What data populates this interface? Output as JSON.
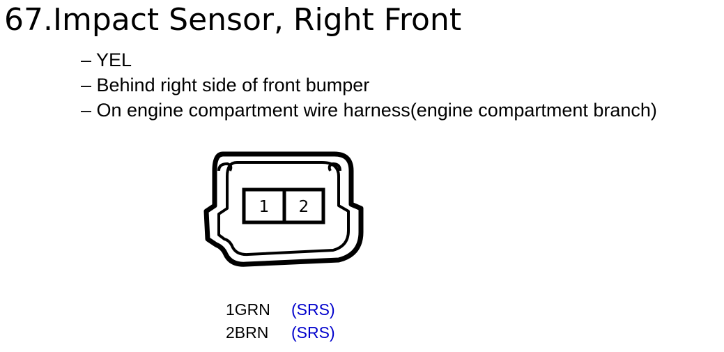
{
  "header": {
    "title": "67.Impact Sensor, Right Front"
  },
  "details": [
    "– YEL",
    "– Behind right side of front bumper",
    "– On engine compartment wire harness(engine compartment branch)"
  ],
  "connector": {
    "pin_labels": [
      "1",
      "2"
    ]
  },
  "pins": [
    {
      "code": "1GRN",
      "circuit": "(SRS)"
    },
    {
      "code": "2BRN",
      "circuit": "(SRS)"
    }
  ],
  "colors": {
    "text": "#000000",
    "circuit": "#0000cc",
    "background": "#ffffff"
  }
}
